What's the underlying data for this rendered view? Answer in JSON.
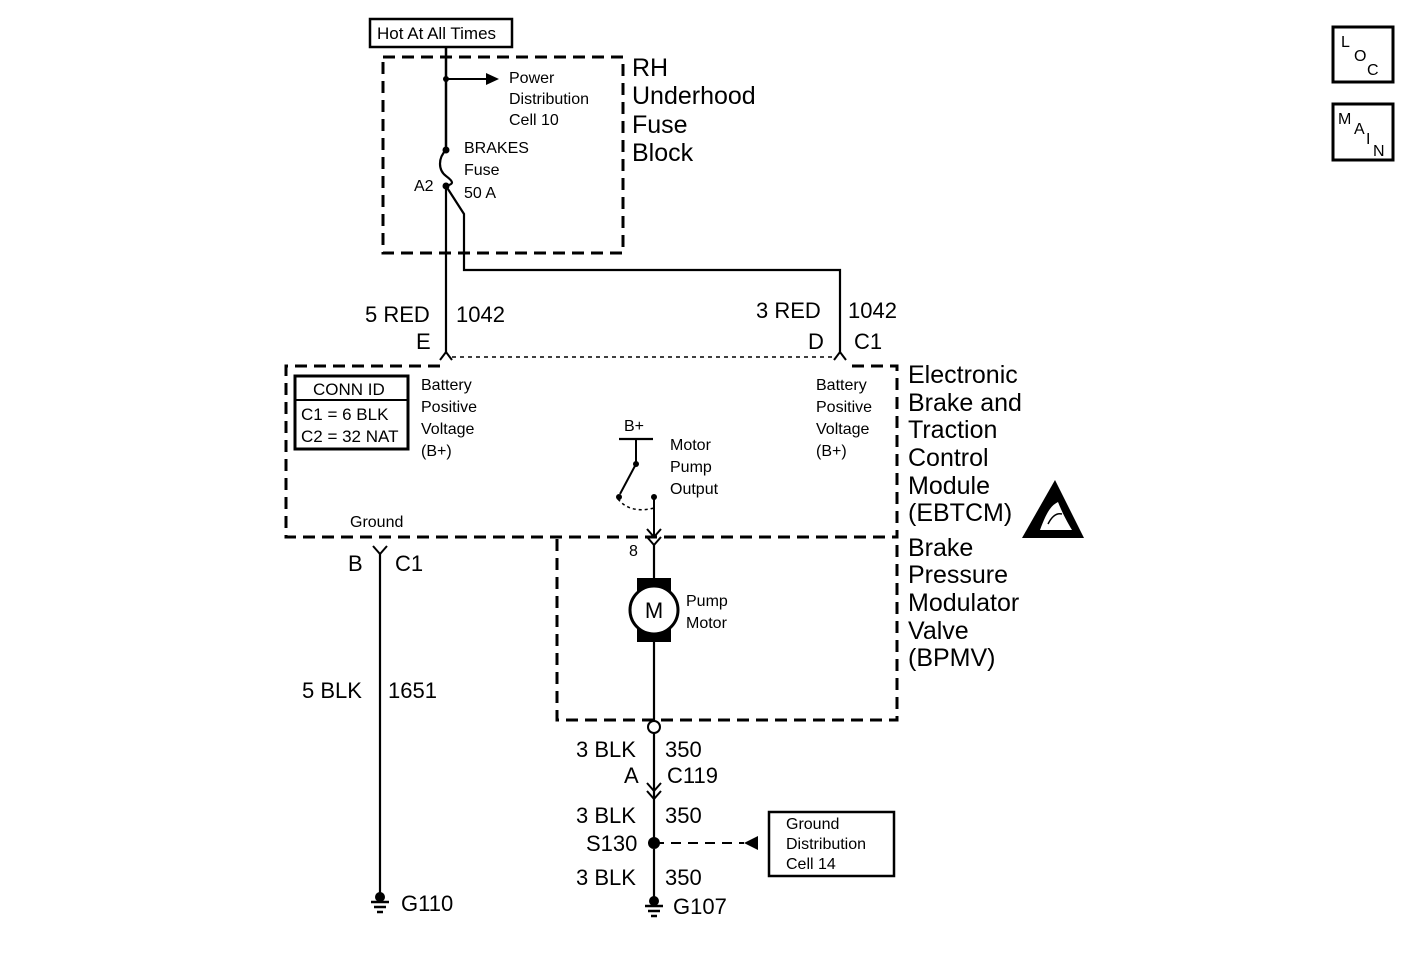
{
  "hot_label": "Hot At All Times",
  "fuse_block": {
    "title_lines": [
      "RH",
      "Underhood",
      "Fuse",
      "Block"
    ],
    "power_dist_lines": [
      "Power",
      "Distribution",
      "Cell 10"
    ],
    "fuse_lines": [
      "BRAKES",
      "Fuse",
      "50 A"
    ],
    "fuse_terminal": "A2"
  },
  "wire_left": {
    "color": "5 RED",
    "circuit": "1042",
    "pin": "E"
  },
  "wire_right": {
    "color": "3 RED",
    "circuit": "1042",
    "pin": "D",
    "connector": "C1"
  },
  "ebtcm": {
    "title_lines": [
      "Electronic",
      "Brake and",
      "Traction",
      "Control",
      "Module",
      "(EBTCM)"
    ],
    "conn_id_title": "CONN ID",
    "conn_id_rows": [
      "C1 = 6 BLK",
      "C2 = 32 NAT"
    ],
    "batt_left_lines": [
      "Battery",
      "Positive",
      "Voltage",
      "(B+)"
    ],
    "batt_right_lines": [
      "Battery",
      "Positive",
      "Voltage",
      "(B+)"
    ],
    "bplus": "B+",
    "motor_output_lines": [
      "Motor",
      "Pump",
      "Output"
    ],
    "ground_label": "Ground"
  },
  "bpmv": {
    "title_lines": [
      "Brake",
      "Pressure",
      "Modulator",
      "Valve",
      "(BPMV)"
    ],
    "pin": "8",
    "motor_symbol": "M",
    "motor_lines": [
      "Pump",
      "Motor"
    ]
  },
  "ground_wire": {
    "pin": "B",
    "connector": "C1",
    "color": "5 BLK",
    "circuit": "1651",
    "ground": "G110"
  },
  "pump_ground": {
    "seg1_color": "3 BLK",
    "seg1_circuit": "350",
    "conn_pin": "A",
    "conn_id": "C119",
    "seg2_color": "3 BLK",
    "seg2_circuit": "350",
    "splice": "S130",
    "seg3_color": "3 BLK",
    "seg3_circuit": "350",
    "ground": "G107",
    "ground_dist_lines": [
      "Ground",
      "Distribution",
      "Cell 14"
    ]
  },
  "nav": {
    "loc_letters": [
      "L",
      "O",
      "C"
    ],
    "main_letters": [
      "M",
      "A",
      "I",
      "N"
    ]
  },
  "esd_icon": "esd-warning-icon"
}
